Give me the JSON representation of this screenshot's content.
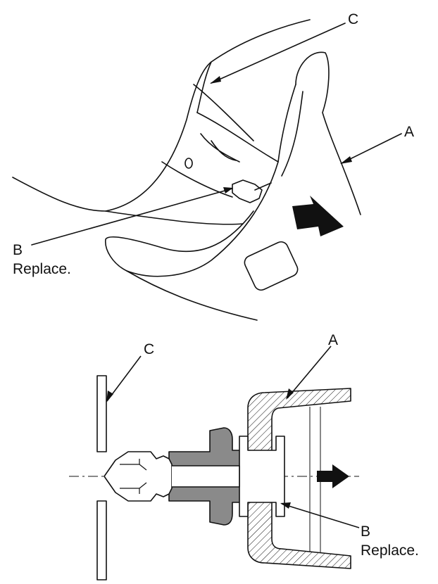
{
  "top_view": {
    "label_a": "A",
    "label_b": "B",
    "label_b_note": "Replace.",
    "label_c": "C"
  },
  "section_view": {
    "label_a": "A",
    "label_b": "B",
    "label_b_note": "Replace.",
    "label_c": "C"
  },
  "colors": {
    "ink": "#111111",
    "clip_fill": "#8a8a8a",
    "background": "#ffffff"
  },
  "icons": [
    "arrow-right-icon"
  ]
}
